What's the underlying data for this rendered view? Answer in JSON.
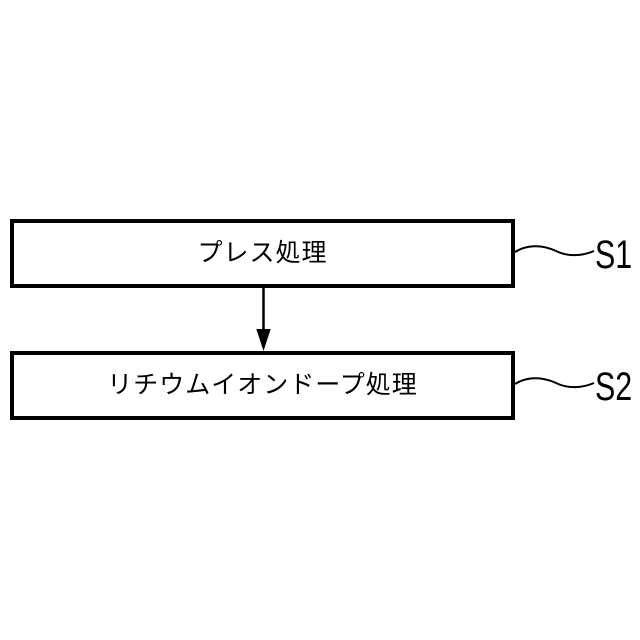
{
  "figure": {
    "type": "flowchart",
    "background_color": "#ffffff",
    "line_color": "#000000",
    "text_color": "#000000",
    "steps": [
      {
        "label": "プレス処理",
        "ref": "S1"
      },
      {
        "label": "リチウムイオンドープ処理",
        "ref": "S2"
      }
    ],
    "connections": [
      {
        "from": "プレス処理",
        "to": "リチウムイオンドープ処理",
        "style": "arrow-down"
      }
    ]
  }
}
